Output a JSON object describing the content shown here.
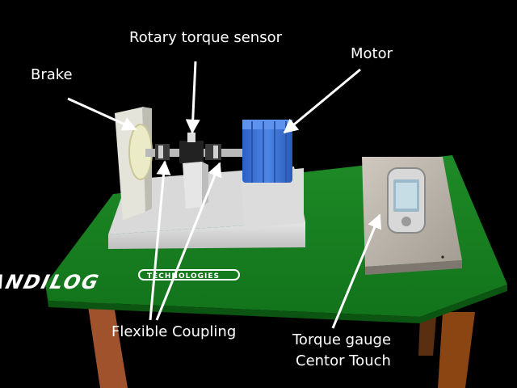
{
  "labels": {
    "brake": "Brake",
    "rotary_torque_sensor": "Rotary torque sensor",
    "motor": "Motor",
    "flexible_coupling": "Flexible Coupling",
    "torque_gauge_line1": "Torque gauge",
    "torque_gauge_line2": "Centor Touch"
  },
  "brand": {
    "logo_text": "ANDILOG",
    "logo_subtext": "TECHNOLOGIES"
  },
  "colors": {
    "background": "#000000",
    "table_top": "#1f8f2a",
    "table_legs": "#a0522d",
    "base_plate": "#d8d8d8",
    "motor": "#3f74d6",
    "device": "#bdb6ac",
    "arrows": "#ffffff",
    "text": "#ffffff"
  }
}
